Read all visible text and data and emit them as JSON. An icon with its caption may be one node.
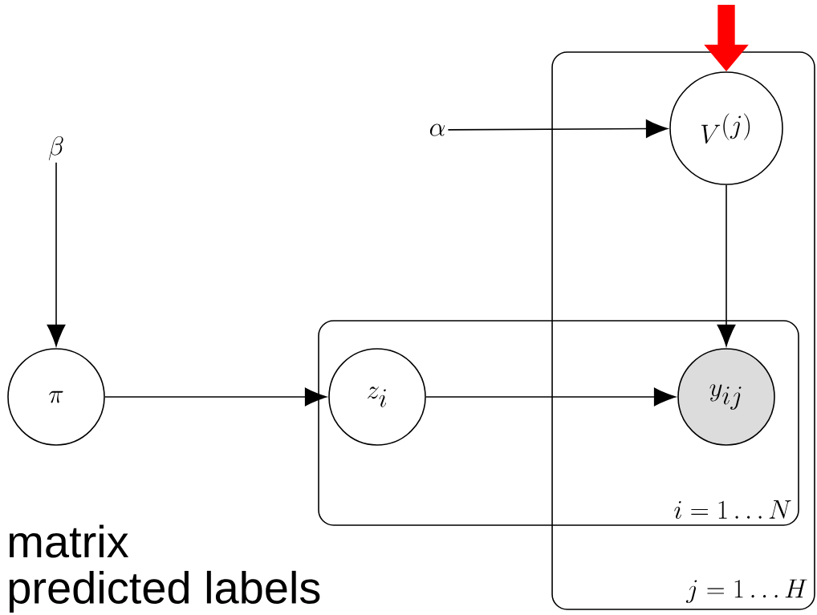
{
  "diagram": {
    "nodes": [
      {
        "text": [
          "\\beta"
        ]
      },
      {
        "text": [
          "\\alpha"
        ]
      },
      {
        "text": [
          "\\pi"
        ]
      },
      {
        "text": [
          "i = 1 \\ldots N"
        ]
      },
      {
        "text": [
          "j = 1 \\ldots H"
        ]
      },
      {
        "text": [
          "z_i"
        ],
        "in": 3
      },
      {
        "text": [
          "y_{ij}"
        ]
      },
      {
        "text": [
          "V^{(j)}"
        ],
        "in": 4
      }
    ],
    "edges": [
      {
        "from": 0,
        "to": 2,
        "arrow": "to"
      },
      {
        "from": 2,
        "to": 5,
        "arrow": "to"
      },
      {
        "from": 5,
        "to": 6,
        "arrow": "to"
      },
      {
        "from": 1,
        "to": 7,
        "arrow": "to"
      },
      {
        "from": 7,
        "to": 6,
        "arrow": "to"
      },
      {
        "from": null,
        "to": 7,
        "arrow": "to",
        "style": "thick",
        "color": "#ff0000"
      }
    ],
    "labels": [
      "matrix",
      "predicted labels"
    ]
  }
}
